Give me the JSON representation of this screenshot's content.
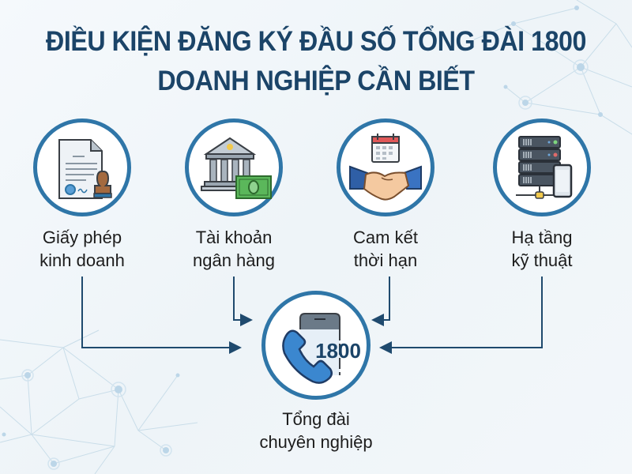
{
  "title": {
    "line1": "ĐIỀU KIỆN ĐĂNG KÝ ĐẦU SỐ TỔNG ĐÀI 1800",
    "line2": "DOANH NGHIỆP CẦN BIẾT"
  },
  "requirements": [
    {
      "icon": "business-license-stamp-icon",
      "line1": "Giấy phép",
      "line2": "kinh doanh"
    },
    {
      "icon": "bank-money-icon",
      "line1": "Tài khoản",
      "line2": "ngân hàng"
    },
    {
      "icon": "handshake-calendar-icon",
      "line1": "Cam kết",
      "line2": "thời hạn"
    },
    {
      "icon": "server-phone-icon",
      "line1": "Hạ tầng",
      "line2": "kỹ thuật"
    }
  ],
  "result": {
    "icon": "phone-1800-icon",
    "number": "1800",
    "line1": "Tổng đài",
    "line2": "chuyên nghiệp"
  },
  "colors": {
    "title": "#1b4468",
    "circle_border": "#2f76a8",
    "connector": "#1f4a6e",
    "label": "#1d1d1d"
  }
}
